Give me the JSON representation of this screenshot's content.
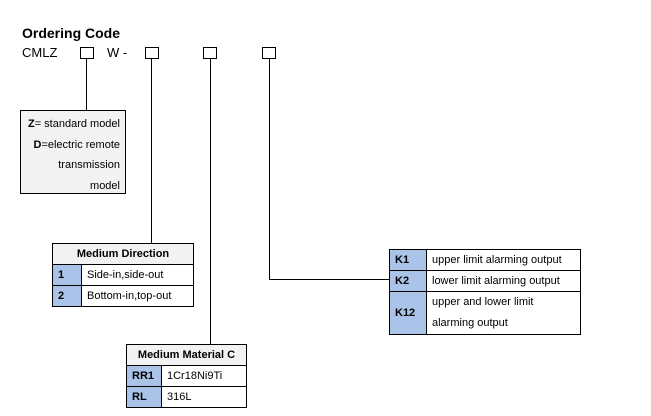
{
  "title": "Ordering Code",
  "code": {
    "prefix": "CMLZ",
    "mid": "W -"
  },
  "model_box": {
    "lines": [
      {
        "key": "Z",
        "text": "= standard model"
      },
      {
        "key": "D",
        "text": "=electric remote"
      },
      {
        "key": "",
        "text": "transmission"
      },
      {
        "key": "",
        "text": "model"
      }
    ]
  },
  "medium_direction": {
    "header": "Medium Direction",
    "rows": [
      {
        "code": "1",
        "desc": "Side-in,side-out"
      },
      {
        "code": "2",
        "desc": "Bottom-in,top-out"
      }
    ]
  },
  "medium_material": {
    "header": "Medium Material C",
    "rows": [
      {
        "code": "RR1",
        "desc": "1Cr18Ni9Ti"
      },
      {
        "code": "RL",
        "desc": "316L"
      }
    ]
  },
  "alarm_output": {
    "rows": [
      {
        "code": "K1",
        "desc": [
          "upper limit alarming output"
        ]
      },
      {
        "code": "K2",
        "desc": [
          "lower limit alarming output"
        ]
      },
      {
        "code": "K12",
        "desc": [
          "upper and lower limit",
          "alarming output"
        ]
      }
    ]
  }
}
